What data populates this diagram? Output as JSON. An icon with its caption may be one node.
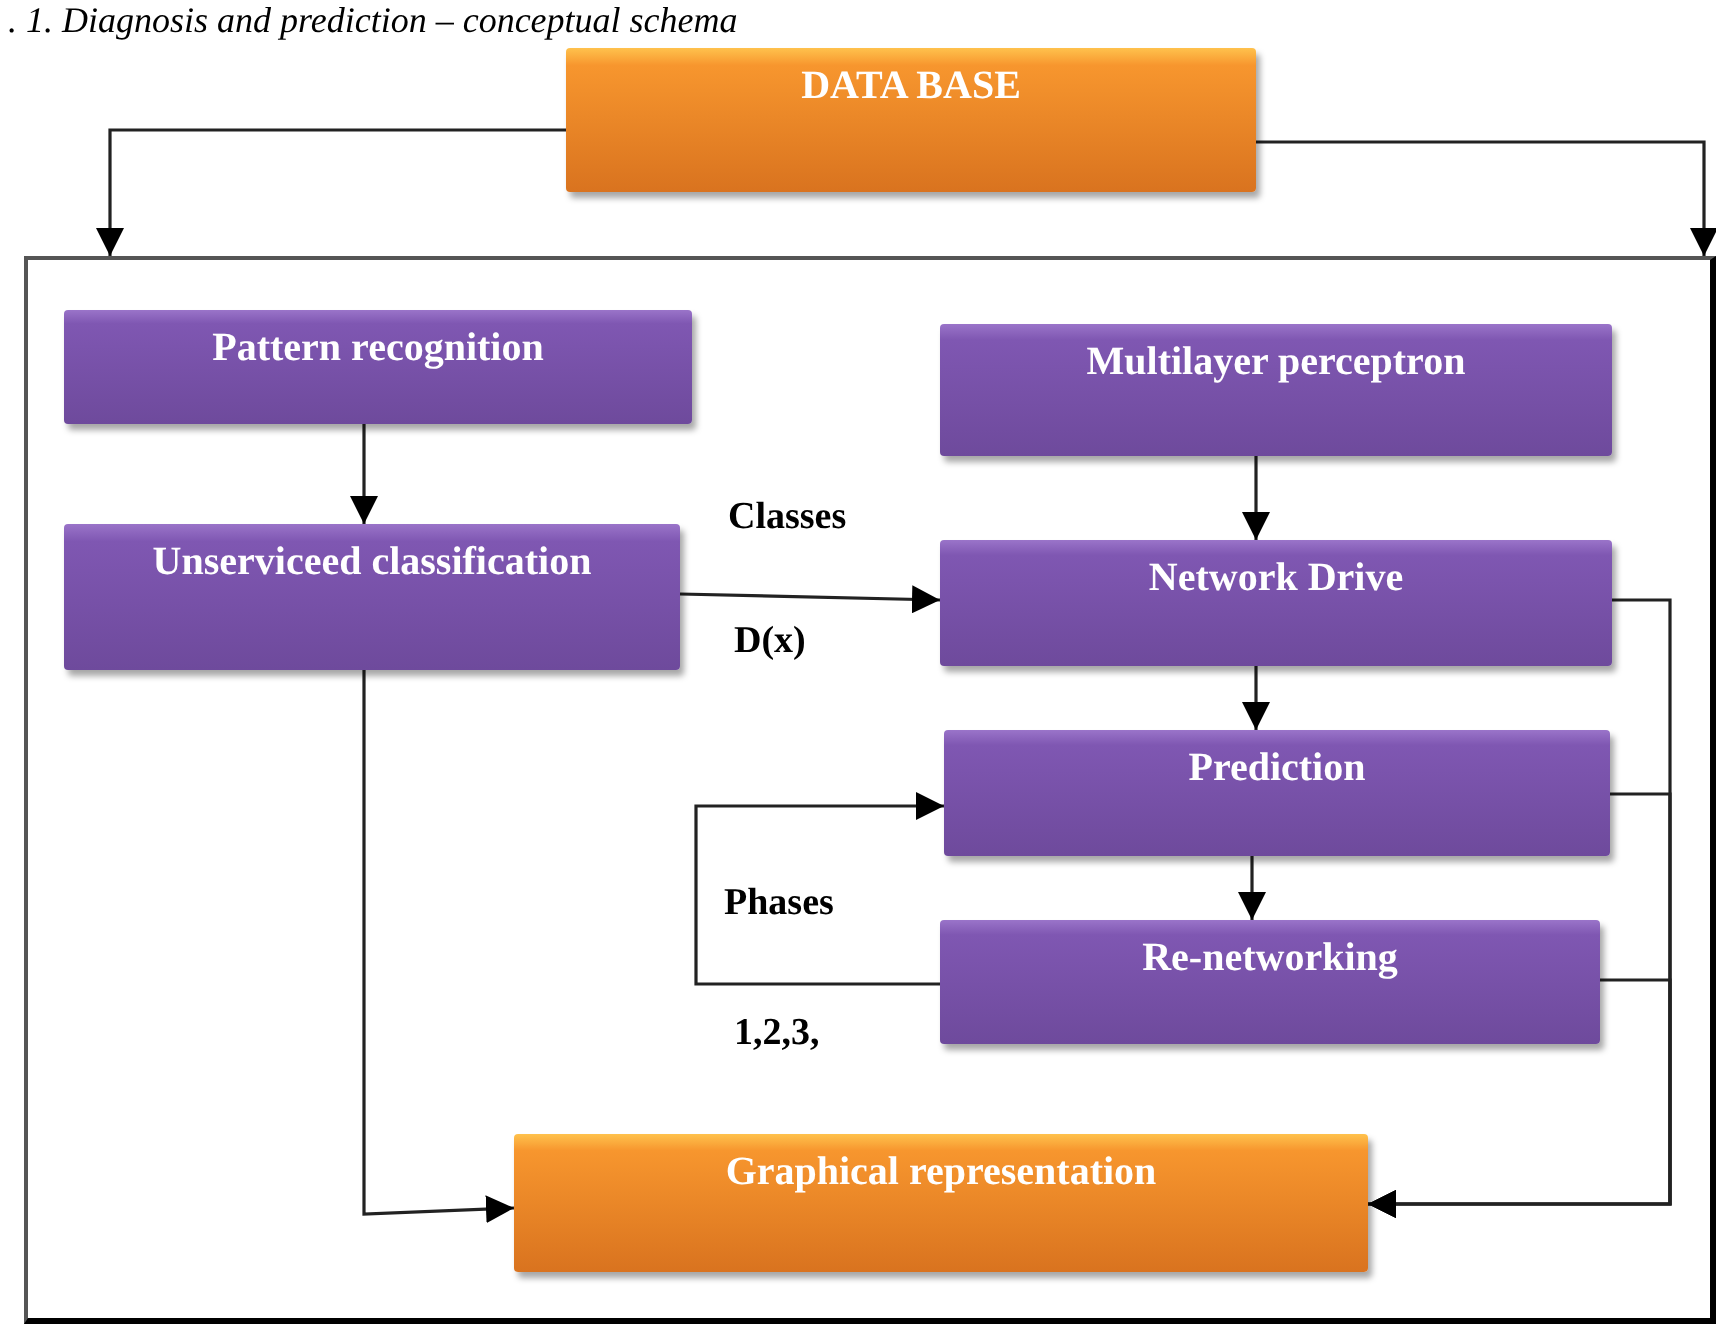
{
  "diagram": {
    "title": ". 1. Diagnosis and prediction – conceptual schema",
    "nodes": [
      {
        "text": [
          "DATA BASE"
        ]
      },
      {
        "text": [],
        "shape": "box"
      },
      {
        "text": [
          "Pattern recognition"
        ],
        "in": 1
      },
      {
        "text": [
          "Unserviceed classification"
        ],
        "in": 1
      },
      {
        "text": [
          "Multilayer perceptron"
        ],
        "in": 1
      },
      {
        "text": [
          "Network Drive"
        ],
        "in": 1
      },
      {
        "text": [
          "Prediction"
        ],
        "in": 1
      },
      {
        "text": [
          "Re-networking"
        ],
        "in": 1
      },
      {
        "text": [
          "Graphical representation"
        ],
        "in": 1
      }
    ],
    "edges": [
      {
        "from": 0,
        "to": 1,
        "arrow": "to"
      },
      {
        "from": 0,
        "to": 1,
        "arrow": "to"
      },
      {
        "from": 2,
        "to": 3,
        "arrow": "to"
      },
      {
        "from": 3,
        "to": 5,
        "arrow": "to",
        "label": "Classes"
      },
      {
        "from": 4,
        "to": 5,
        "arrow": "to"
      },
      {
        "from": 5,
        "to": 6,
        "arrow": "to"
      },
      {
        "from": 6,
        "to": 7,
        "arrow": "to"
      },
      {
        "from": 7,
        "to": 6,
        "arrow": "to",
        "label": "Phases"
      },
      {
        "from": 3,
        "to": 8,
        "arrow": "to"
      },
      {
        "from": 5,
        "to": 8,
        "arrow": "to"
      },
      {
        "from": 6,
        "to": 8,
        "arrow": "to"
      },
      {
        "from": 7,
        "to": 8,
        "arrow": "to"
      }
    ],
    "labels": [
      "D(x)",
      "1,2,3,"
    ]
  }
}
